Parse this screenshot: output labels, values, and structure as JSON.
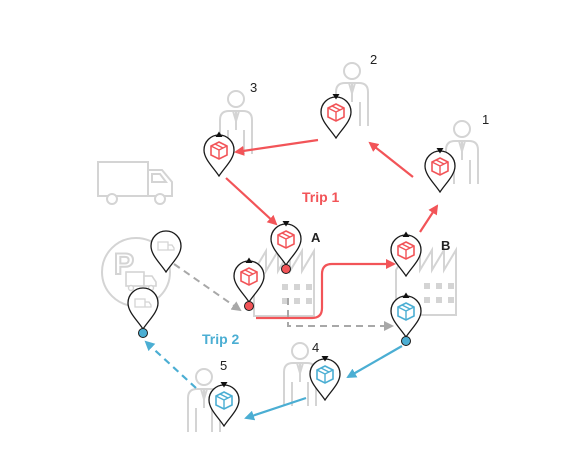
{
  "colors": {
    "trip1": "#f25458",
    "trip2": "#4baed3",
    "neutral": "#a8a8a8",
    "outline": "#d4d4d4",
    "pin_stroke": "#1a1a1a",
    "text": "#222222"
  },
  "nodes": {
    "A": "A",
    "B": "B"
  },
  "stops": {
    "s1": "1",
    "s2": "2",
    "s3": "3",
    "s4": "4",
    "s5": "5"
  },
  "trips": {
    "trip1": "Trip 1",
    "trip2": "Trip 2"
  },
  "icons": {
    "person": "person-icon",
    "truck": "truck-icon",
    "factory": "factory-icon",
    "parking": "parking-icon",
    "pin": "map-pin-icon",
    "package": "package-icon"
  }
}
